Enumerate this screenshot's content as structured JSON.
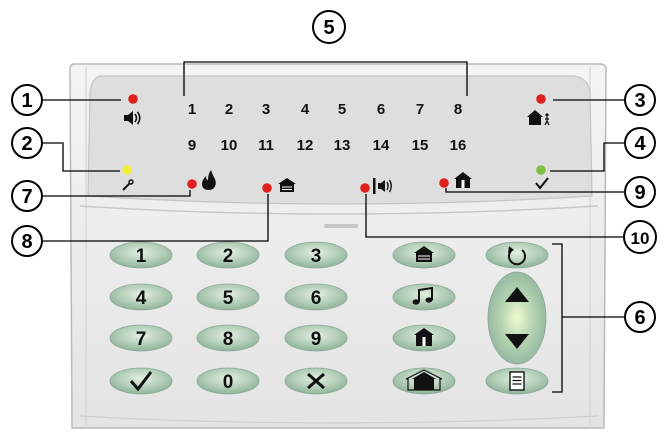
{
  "zones": {
    "row1": [
      "1",
      "2",
      "3",
      "4",
      "5",
      "6",
      "7",
      "8"
    ],
    "row2": [
      "9",
      "10",
      "11",
      "12",
      "13",
      "14",
      "15",
      "16"
    ]
  },
  "callouts": {
    "c1": "1",
    "c2": "2",
    "c3": "3",
    "c4": "4",
    "c5": "5",
    "c6": "6",
    "c7": "7",
    "c8": "8",
    "c9": "9",
    "c10": "10"
  },
  "keys": {
    "k1": "1",
    "k2": "2",
    "k3": "3",
    "k4": "4",
    "k5": "5",
    "k6": "6",
    "k7": "7",
    "k8": "8",
    "k9": "9",
    "k0": "0"
  },
  "colors": {
    "led_red": "#e0201b",
    "led_yellow": "#f2ee3a",
    "led_green": "#7dc242",
    "key_fill": "#a9c7b0",
    "body": "#ececec"
  },
  "icons": {
    "siren": "siren-icon",
    "home_away": "house-person-icon",
    "wrench": "wrench-icon",
    "check": "check-icon",
    "fire": "fire-icon",
    "arm_partial": "house-partial-icon",
    "tamper": "tamper-icon",
    "home_stay": "house-stay-icon",
    "cancel": "x-icon",
    "chime": "music-note-icon",
    "reset": "reset-icon",
    "menu": "document-icon"
  }
}
